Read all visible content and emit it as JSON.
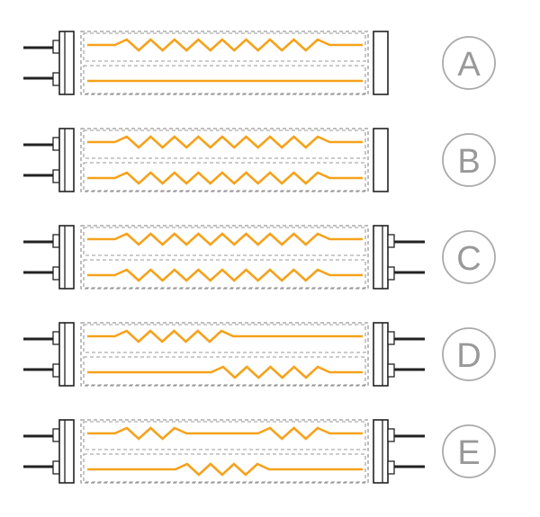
{
  "colors": {
    "wire": "#F5A21B",
    "outline": "#222222",
    "dash": "#999999",
    "label_ring": "#AAAAAA",
    "label_text": "#999999",
    "background": "#FFFFFF"
  },
  "diagrams": [
    {
      "label": "A",
      "right_pins": false,
      "wires": [
        {
          "coil_start": 0.1,
          "coil_end": 0.88,
          "peaks": 9
        },
        {
          "coil_start": null,
          "coil_end": null,
          "peaks": 0
        }
      ]
    },
    {
      "label": "B",
      "right_pins": false,
      "wires": [
        {
          "coil_start": 0.1,
          "coil_end": 0.88,
          "peaks": 9
        },
        {
          "coil_start": 0.1,
          "coil_end": 0.88,
          "peaks": 9
        }
      ]
    },
    {
      "label": "C",
      "right_pins": true,
      "wires": [
        {
          "coil_start": 0.1,
          "coil_end": 0.88,
          "peaks": 9
        },
        {
          "coil_start": 0.1,
          "coil_end": 0.88,
          "peaks": 9
        }
      ]
    },
    {
      "label": "D",
      "right_pins": true,
      "wires": [
        {
          "coil_start": 0.1,
          "coil_end": 0.53,
          "peaks": 5
        },
        {
          "coil_start": 0.45,
          "coil_end": 0.88,
          "peaks": 5
        }
      ]
    },
    {
      "label": "E",
      "right_pins": true,
      "wires": [
        {
          "coil_start": 0.1,
          "coil_end": 0.36,
          "peaks": 3,
          "coil2_start": 0.62,
          "coil2_end": 0.88,
          "peaks2": 3
        },
        {
          "coil_start": 0.32,
          "coil_end": 0.66,
          "peaks": 4
        }
      ]
    }
  ]
}
